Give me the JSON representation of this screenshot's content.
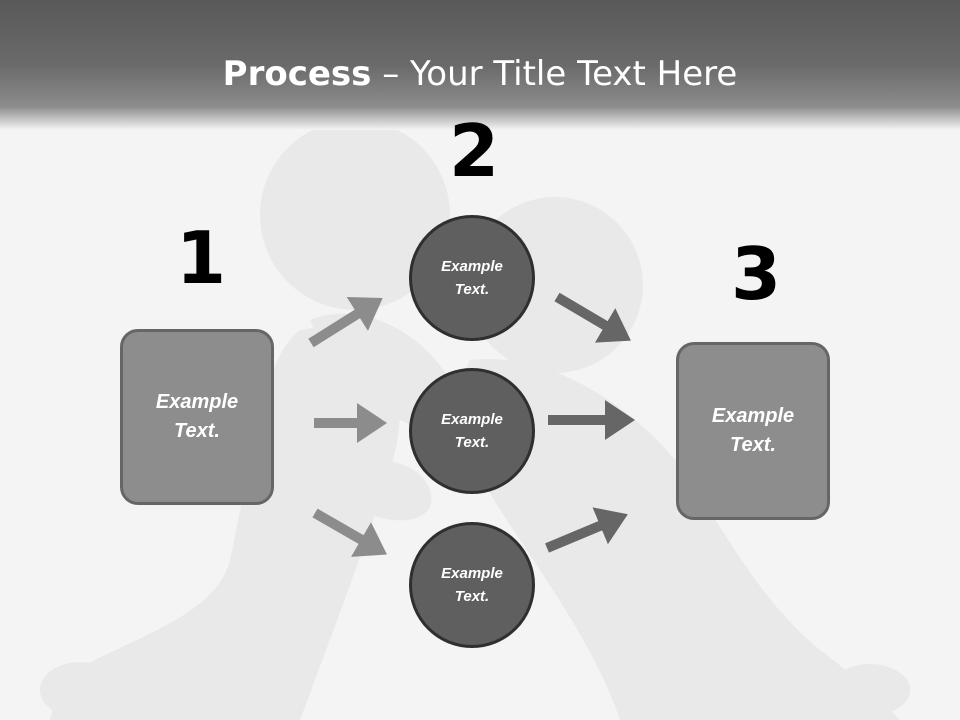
{
  "title": {
    "bold": "Process",
    "separator": " – ",
    "rest": "Your Title Text Here"
  },
  "steps": [
    {
      "number": "1",
      "text": "Example Text."
    },
    {
      "number": "2",
      "items": [
        "Example Text.",
        "Example Text.",
        "Example Text."
      ]
    },
    {
      "number": "3",
      "text": "Example Text."
    }
  ],
  "colors": {
    "box_fill": "#8d8d8d",
    "circle_fill": "#5f5f5f",
    "arrow_light": "#8c8c8c",
    "arrow_dark": "#666666"
  }
}
